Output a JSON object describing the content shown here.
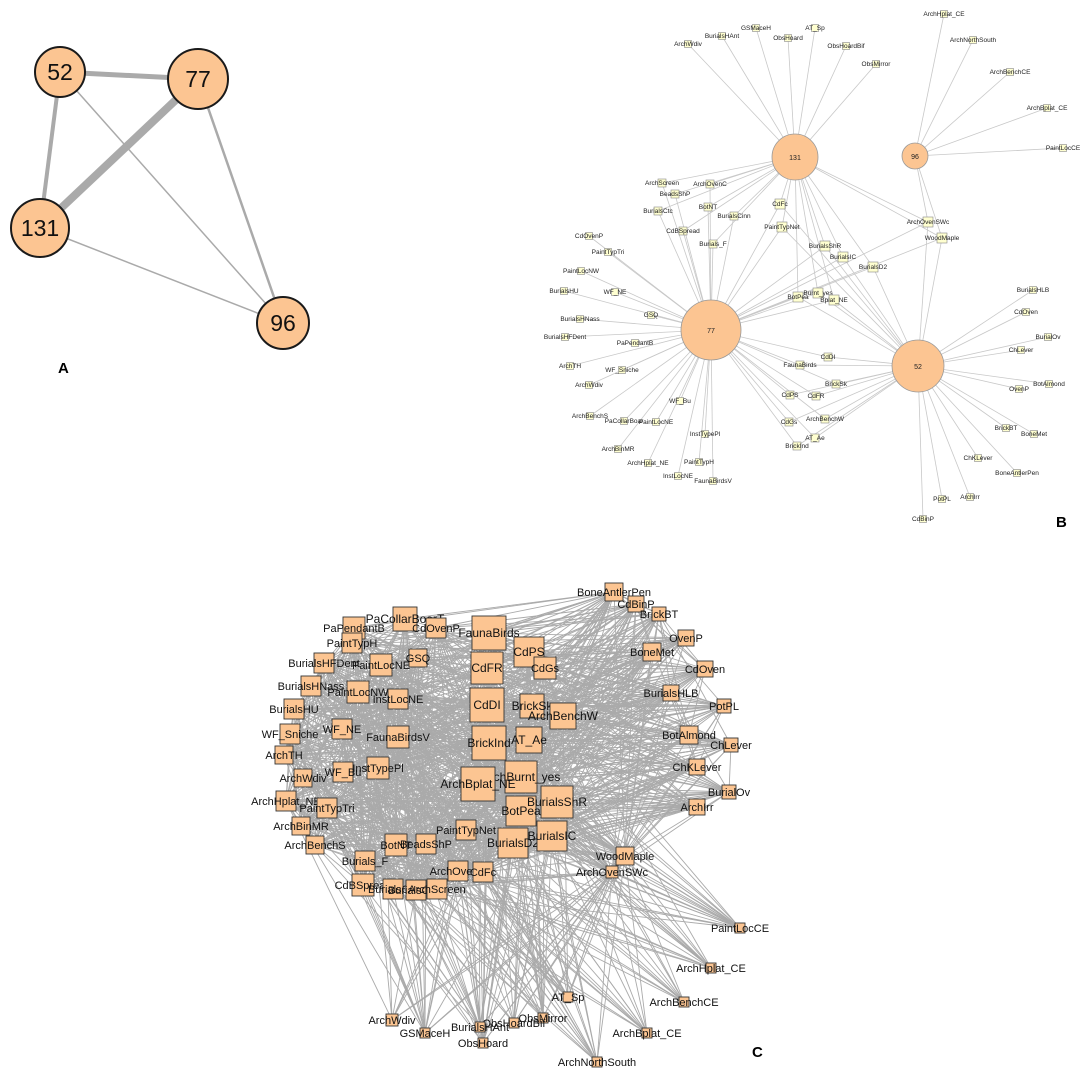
{
  "panels": {
    "a": {
      "label": "A",
      "nodes": [
        {
          "id": "52",
          "label": "52"
        },
        {
          "id": "77",
          "label": "77"
        },
        {
          "id": "131",
          "label": "131"
        },
        {
          "id": "96",
          "label": "96"
        }
      ],
      "edges": [
        {
          "s": "52",
          "t": "77",
          "w": 5
        },
        {
          "s": "52",
          "t": "131",
          "w": 4
        },
        {
          "s": "77",
          "t": "131",
          "w": 8
        },
        {
          "s": "52",
          "t": "96",
          "w": 1.5
        },
        {
          "s": "77",
          "t": "96",
          "w": 2.5
        },
        {
          "s": "131",
          "t": "96",
          "w": 1.5
        }
      ]
    },
    "b": {
      "label": "B",
      "hubs": [
        {
          "id": "131",
          "label": "131"
        },
        {
          "id": "96",
          "label": "96"
        },
        {
          "id": "77",
          "label": "77"
        },
        {
          "id": "52",
          "label": "52"
        }
      ],
      "leaves": [
        {
          "label": "ArchWdiv",
          "links": [
            "131"
          ]
        },
        {
          "label": "BurialsHAnt",
          "links": [
            "131"
          ]
        },
        {
          "label": "GSMaceH",
          "links": [
            "131"
          ]
        },
        {
          "label": "AT_Sp",
          "links": [
            "131"
          ]
        },
        {
          "label": "ObsHoard",
          "links": [
            "131"
          ]
        },
        {
          "label": "ObsHoardBif",
          "links": [
            "131"
          ]
        },
        {
          "label": "ObsMirror",
          "links": [
            "131"
          ]
        },
        {
          "label": "ArchHplat_CE",
          "links": [
            "96"
          ]
        },
        {
          "label": "ArchNorthSouth",
          "links": [
            "96"
          ]
        },
        {
          "label": "ArchBenchCE",
          "links": [
            "96"
          ]
        },
        {
          "label": "ArchBplat_CE",
          "links": [
            "96"
          ]
        },
        {
          "label": "PaintLocCE",
          "links": [
            "96"
          ]
        },
        {
          "label": "ArchScreen",
          "links": [
            "131",
            "77"
          ]
        },
        {
          "label": "ArchOvenC",
          "links": [
            "131",
            "77"
          ]
        },
        {
          "label": "BeadsShP",
          "links": [
            "131",
            "77"
          ]
        },
        {
          "label": "BurialsCtc",
          "links": [
            "131",
            "77"
          ]
        },
        {
          "label": "BotNT",
          "links": [
            "131",
            "77"
          ]
        },
        {
          "label": "BurialsCinn",
          "links": [
            "131",
            "77"
          ]
        },
        {
          "label": "CdBSpread",
          "links": [
            "131",
            "77"
          ]
        },
        {
          "label": "Burials_F",
          "links": [
            "131",
            "77"
          ]
        },
        {
          "label": "CdFc",
          "links": [
            "131",
            "77",
            "52"
          ]
        },
        {
          "label": "PaintTypNet",
          "links": [
            "131",
            "77",
            "52"
          ]
        },
        {
          "label": "ArchOvenSWc",
          "links": [
            "131",
            "96",
            "77",
            "52"
          ]
        },
        {
          "label": "WoodMaple",
          "links": [
            "131",
            "96",
            "77",
            "52"
          ]
        },
        {
          "label": "BurialsShR",
          "links": [
            "131",
            "77",
            "52"
          ]
        },
        {
          "label": "BurialsIC",
          "links": [
            "131",
            "77",
            "52"
          ]
        },
        {
          "label": "BurialsD2",
          "links": [
            "131",
            "77",
            "52"
          ]
        },
        {
          "label": "BotPea",
          "links": [
            "131",
            "77",
            "52"
          ]
        },
        {
          "label": "Burnt_yes",
          "links": [
            "131",
            "77",
            "52"
          ]
        },
        {
          "label": "Bplat_NE",
          "links": [
            "131",
            "77",
            "52"
          ]
        },
        {
          "label": "CdOvenP",
          "links": [
            "77"
          ]
        },
        {
          "label": "PaintTypTri",
          "links": [
            "77"
          ]
        },
        {
          "label": "PaintLocNW",
          "links": [
            "77"
          ]
        },
        {
          "label": "BurialsHU",
          "links": [
            "77"
          ]
        },
        {
          "label": "WF_NE",
          "links": [
            "77"
          ]
        },
        {
          "label": "BurialsHNass",
          "links": [
            "77"
          ]
        },
        {
          "label": "GSQ",
          "links": [
            "77"
          ]
        },
        {
          "label": "BurialsHFDent",
          "links": [
            "77"
          ]
        },
        {
          "label": "PaPendantB",
          "links": [
            "77"
          ]
        },
        {
          "label": "ArchTH",
          "links": [
            "77"
          ]
        },
        {
          "label": "WF_Sniche",
          "links": [
            "77"
          ]
        },
        {
          "label": "ArchWdiv",
          "links": [
            "77"
          ]
        },
        {
          "label": "WF_Bu",
          "links": [
            "77"
          ]
        },
        {
          "label": "ArchBenchS",
          "links": [
            "77"
          ]
        },
        {
          "label": "PaCollarBoar",
          "links": [
            "77"
          ]
        },
        {
          "label": "PaintLocNE",
          "links": [
            "77"
          ]
        },
        {
          "label": "InstTypePl",
          "links": [
            "77"
          ]
        },
        {
          "label": "ArchBinMR",
          "links": [
            "77"
          ]
        },
        {
          "label": "ArchHplat_NE",
          "links": [
            "77"
          ]
        },
        {
          "label": "PaintTypH",
          "links": [
            "77"
          ]
        },
        {
          "label": "InstLocNE",
          "links": [
            "77"
          ]
        },
        {
          "label": "FaunaBirdsV",
          "links": [
            "77"
          ]
        },
        {
          "label": "FaunaBirds",
          "links": [
            "77",
            "52"
          ]
        },
        {
          "label": "CdDI",
          "links": [
            "77",
            "52"
          ]
        },
        {
          "label": "BrickSk",
          "links": [
            "77",
            "52"
          ]
        },
        {
          "label": "CdPS",
          "links": [
            "77",
            "52"
          ]
        },
        {
          "label": "CdFR",
          "links": [
            "77",
            "52"
          ]
        },
        {
          "label": "ArchBenchW",
          "links": [
            "77",
            "52"
          ]
        },
        {
          "label": "CdGs",
          "links": [
            "77",
            "52"
          ]
        },
        {
          "label": "AT_Ae",
          "links": [
            "77",
            "52"
          ]
        },
        {
          "label": "BrickInd",
          "links": [
            "77",
            "52"
          ]
        },
        {
          "label": "BurialsHLB",
          "links": [
            "52"
          ]
        },
        {
          "label": "CdOven",
          "links": [
            "52"
          ]
        },
        {
          "label": "BurialOv",
          "links": [
            "52"
          ]
        },
        {
          "label": "ChLever",
          "links": [
            "52"
          ]
        },
        {
          "label": "OvenP",
          "links": [
            "52"
          ]
        },
        {
          "label": "BotAlmond",
          "links": [
            "52"
          ]
        },
        {
          "label": "BrickBT",
          "links": [
            "52"
          ]
        },
        {
          "label": "BoneMet",
          "links": [
            "52"
          ]
        },
        {
          "label": "ChKLever",
          "links": [
            "52"
          ]
        },
        {
          "label": "BoneAntlerPen",
          "links": [
            "52"
          ]
        },
        {
          "label": "ArchIrr",
          "links": [
            "52"
          ]
        },
        {
          "label": "PotPL",
          "links": [
            "52"
          ]
        },
        {
          "label": "CdBinP",
          "links": [
            "52"
          ]
        }
      ]
    },
    "c": {
      "label": "C",
      "nodes": [
        {
          "label": "BoneAntlerPen"
        },
        {
          "label": "CdBinP"
        },
        {
          "label": "BrickBT"
        },
        {
          "label": "OvenP"
        },
        {
          "label": "BoneMet"
        },
        {
          "label": "CdOven"
        },
        {
          "label": "BurialsHLB"
        },
        {
          "label": "PotPL"
        },
        {
          "label": "BotAlmond"
        },
        {
          "label": "ChLever"
        },
        {
          "label": "ChKLever"
        },
        {
          "label": "BurialOv"
        },
        {
          "label": "ArchIrr"
        },
        {
          "label": "PaPendantB"
        },
        {
          "label": "PaCollarBoarT"
        },
        {
          "label": "CdOvenP"
        },
        {
          "label": "PaintTypH"
        },
        {
          "label": "GSQ"
        },
        {
          "label": "BurialsHFDent"
        },
        {
          "label": "PaintLocNE"
        },
        {
          "label": "BurialsHNass"
        },
        {
          "label": "PaintLocNW"
        },
        {
          "label": "InstLocNE"
        },
        {
          "label": "BurialsHU"
        },
        {
          "label": "WF_NE"
        },
        {
          "label": "FaunaBirdsV"
        },
        {
          "label": "WF_Sniche"
        },
        {
          "label": "ArchTH"
        },
        {
          "label": "ArchWdiv"
        },
        {
          "label": "WF_Bu"
        },
        {
          "label": "InstTypePl"
        },
        {
          "label": "ArchHplat_NE"
        },
        {
          "label": "PaintTypTri"
        },
        {
          "label": "ArchBinMR"
        },
        {
          "label": "ArchBenchS"
        },
        {
          "label": "BotNT"
        },
        {
          "label": "BeadsShP"
        },
        {
          "label": "Burials_F"
        },
        {
          "label": "CdBSpread"
        },
        {
          "label": "BurialsCtc"
        },
        {
          "label": "BurialsCinn"
        },
        {
          "label": "ArchScreen"
        },
        {
          "label": "ArchOvenC"
        },
        {
          "label": "CdFc"
        },
        {
          "label": "PaintTypNet"
        },
        {
          "label": "FaunaBirds"
        },
        {
          "label": "CdPS"
        },
        {
          "label": "CdFR"
        },
        {
          "label": "CdGs"
        },
        {
          "label": "CdDI"
        },
        {
          "label": "BrickSk"
        },
        {
          "label": "ArchBenchW"
        },
        {
          "label": "BrickInd"
        },
        {
          "label": "AT_Ae"
        },
        {
          "label": "ArchBurnt_yes"
        },
        {
          "label": "ArchBplat_NE"
        },
        {
          "label": "BotPea"
        },
        {
          "label": "BurialsShR"
        },
        {
          "label": "BurialsD2"
        },
        {
          "label": "BurialsIC"
        },
        {
          "label": "WoodMaple"
        },
        {
          "label": "ArchOvenSWc"
        },
        {
          "label": "PaintLocCE"
        },
        {
          "label": "ArchHplat_CE"
        },
        {
          "label": "ArchBenchCE"
        },
        {
          "label": "ArchBplat_CE"
        },
        {
          "label": "ArchNorthSouth"
        },
        {
          "label": "AT_Sp"
        },
        {
          "label": "ObsMirror"
        },
        {
          "label": "ObsHoardBif"
        },
        {
          "label": "BurialsHAnt"
        },
        {
          "label": "GSMaceH"
        },
        {
          "label": "ObsHoard"
        },
        {
          "label": "ArchWdiv"
        }
      ]
    }
  },
  "colors": {
    "node_fill": "#fcc592",
    "node_stroke": "#1a1a1a",
    "leaf_fill": "#ffffd0",
    "edge": "#aaaaaa"
  }
}
